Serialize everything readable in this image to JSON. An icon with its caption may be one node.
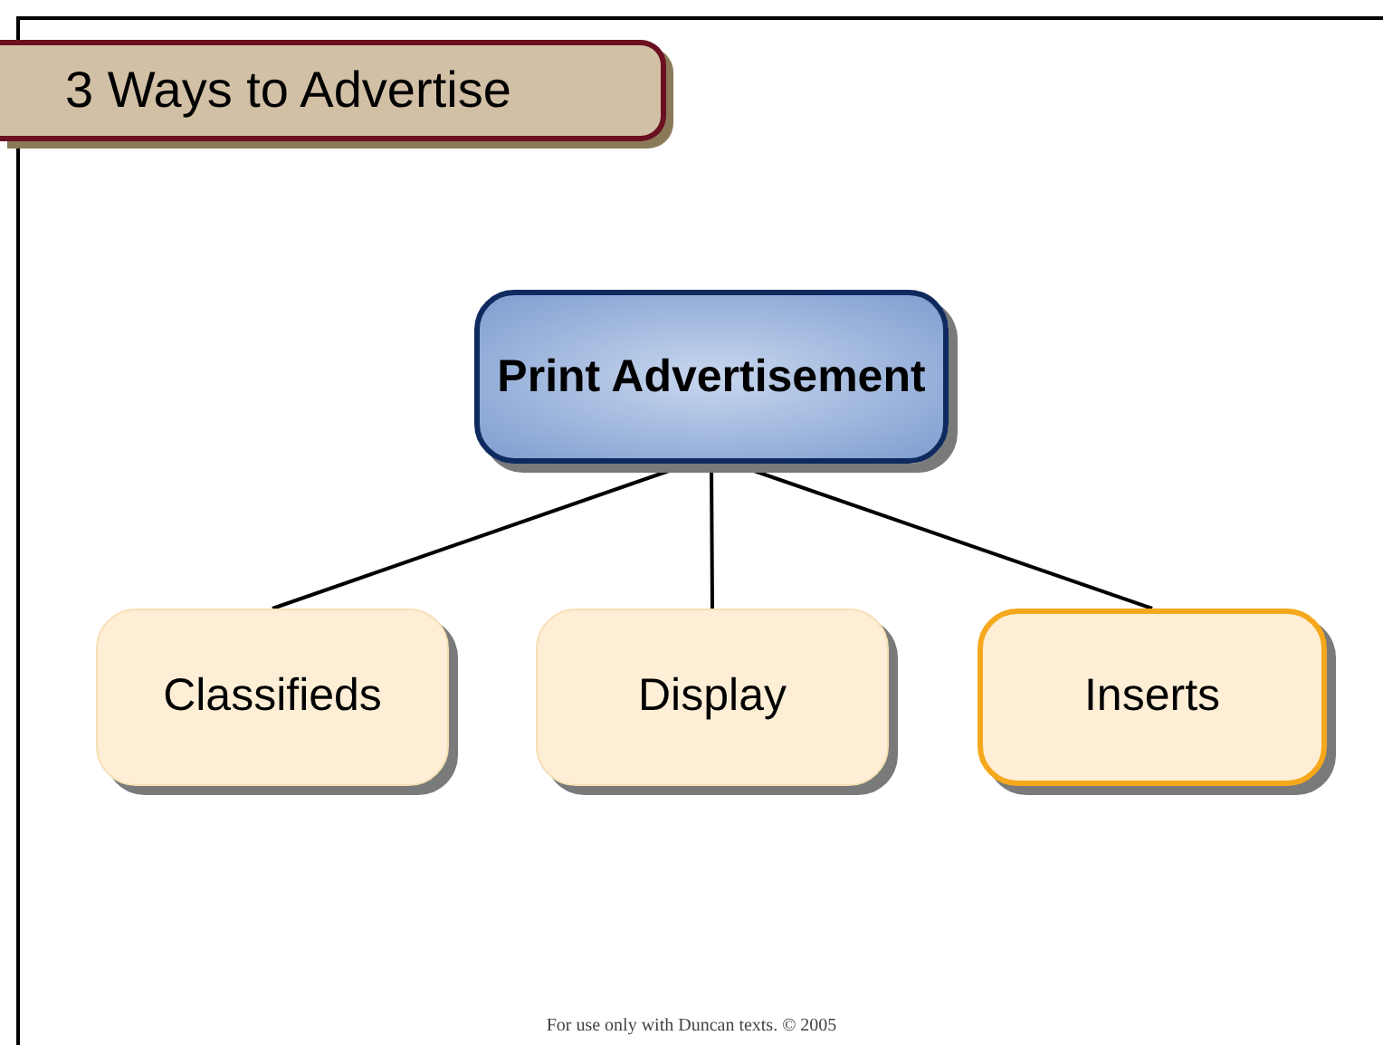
{
  "diagram": {
    "title": "3 Ways to Advertise",
    "nodes": [
      {
        "text": [
          "Print Advertisement"
        ]
      },
      {
        "text": [
          "Classifieds"
        ]
      },
      {
        "text": [
          "Display"
        ]
      },
      {
        "text": [
          "Inserts"
        ]
      }
    ],
    "edges": [
      {
        "from": 0,
        "to": 1,
        "arrow": "none"
      },
      {
        "from": 0,
        "to": 2,
        "arrow": "none"
      },
      {
        "from": 0,
        "to": 3,
        "arrow": "none"
      }
    ],
    "labels": [
      "For use only with Duncan texts. © 2005"
    ]
  }
}
